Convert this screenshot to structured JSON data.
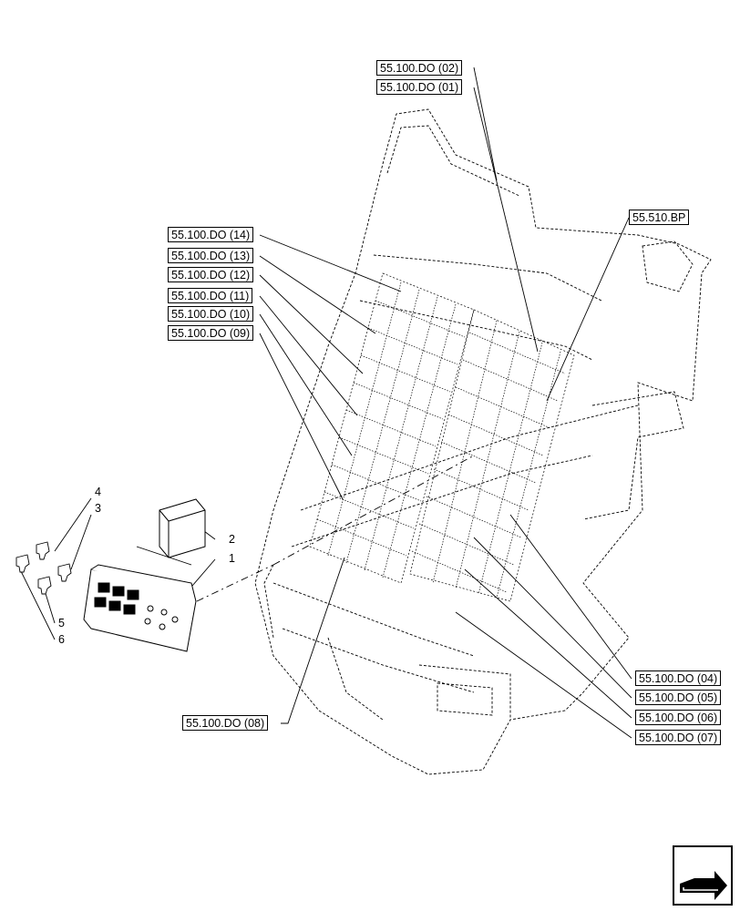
{
  "callouts": {
    "do02": "55.100.DO (02)",
    "do01": "55.100.DO (01)",
    "bp510": "55.510.BP",
    "do14": "55.100.DO (14)",
    "do13": "55.100.DO (13)",
    "do12": "55.100.DO (12)",
    "do11": "55.100.DO (11)",
    "do10": "55.100.DO (10)",
    "do09": "55.100.DO (09)",
    "do08": "55.100.DO (08)",
    "do04": "55.100.DO (04)",
    "do05": "55.100.DO (05)",
    "do06": "55.100.DO (06)",
    "do07": "55.100.DO (07)"
  },
  "items": {
    "n1": "1",
    "n2": "2",
    "n3": "3",
    "n4": "4",
    "n5": "5",
    "n6": "6"
  },
  "icons": {
    "navigation": "next-page-arrow-icon"
  },
  "colors": {
    "line": "#000000",
    "background": "#ffffff"
  }
}
